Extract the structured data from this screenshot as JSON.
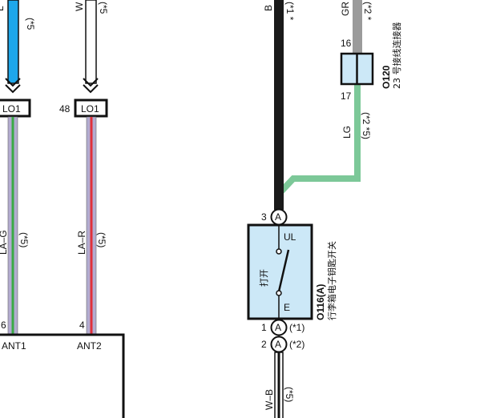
{
  "wires": {
    "left_blue": {
      "code": "L",
      "note": "(*5"
    },
    "left_white": {
      "code": "W",
      "note": "(*5"
    },
    "black": {
      "code": "B",
      "note": "(*1 *"
    },
    "gray": {
      "code": "GR",
      "note": "(*2 *"
    },
    "green": {
      "code": "LG",
      "note": "(*2 *5)"
    },
    "la_g": {
      "code": "LA–G",
      "note": "(*5)"
    },
    "la_r": {
      "code": "LA–R",
      "note": "(*5)"
    },
    "w_b": {
      "code": "W–B",
      "note": "(*5)"
    }
  },
  "connectors": {
    "lo1_left": {
      "label": "LO1"
    },
    "lo1_right": {
      "label": "LO1",
      "pin": "48"
    },
    "o120": {
      "id": "O120",
      "desc": "23 号接线连接器",
      "pin_top": "16",
      "pin_bottom": "17"
    },
    "o116": {
      "id": "O116(A)",
      "desc": "行李箱电子钥匙开关",
      "state": "打开",
      "term_top": "UL",
      "term_bottom": "E"
    }
  },
  "pins": {
    "sw_top": {
      "num": "3",
      "letter": "A"
    },
    "sw_b1": {
      "num": "1",
      "letter": "A",
      "note": "(*1)"
    },
    "sw_b2": {
      "num": "2",
      "letter": "A",
      "note": "(*2)"
    },
    "ant1_pin": "6",
    "ant2_pin": "4"
  },
  "ecu": {
    "ant1": "ANT1",
    "ant2": "ANT2"
  },
  "colors": {
    "blue": "#1ea7ea",
    "black": "#1a1a1a",
    "gray": "#9b9b9b",
    "green": "#7cc898",
    "lavender": "#b3acd0",
    "red": "#e0303a",
    "green_stripe": "#3aaa45",
    "box_fill": "#cce8f7"
  }
}
